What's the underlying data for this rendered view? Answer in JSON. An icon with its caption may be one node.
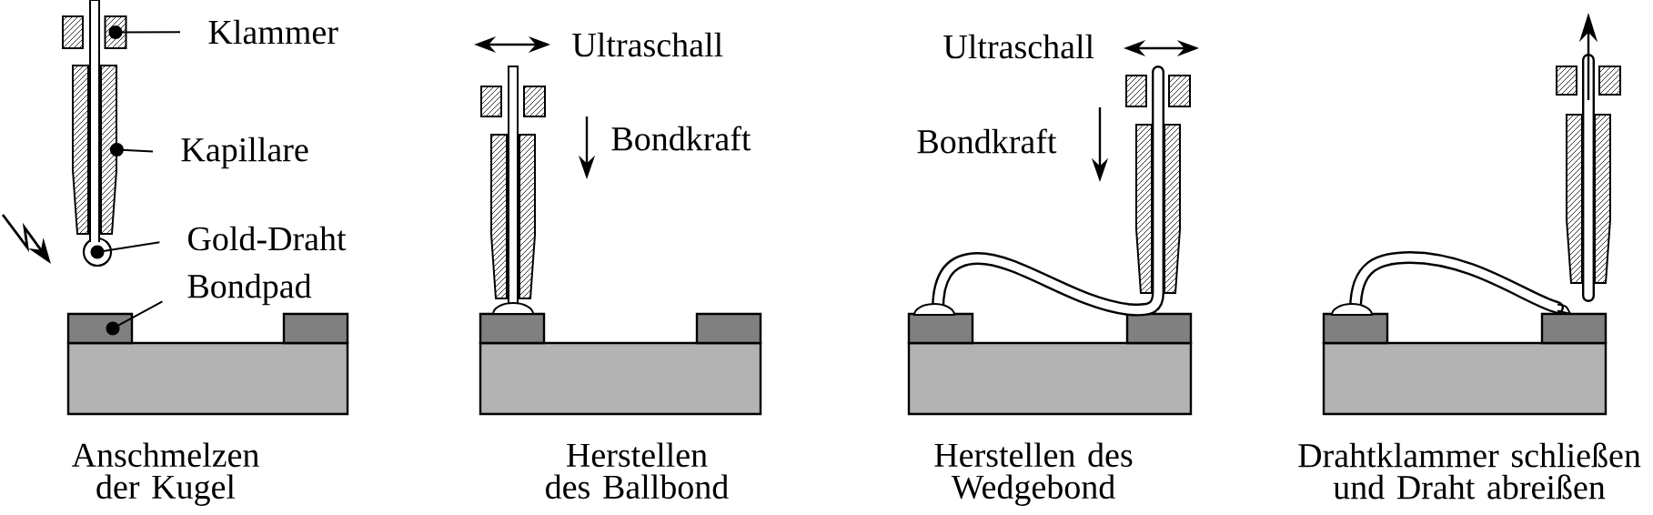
{
  "diagram": {
    "nodes": [
      {
        "text": [
          "Klammer"
        ]
      },
      {
        "text": [],
        "shape": "box"
      },
      {
        "text": [
          "Kapillare"
        ]
      },
      {
        "text": [],
        "shape": "box"
      },
      {
        "text": [
          "Gold-Draht"
        ]
      },
      {
        "text": [],
        "shape": "circle"
      },
      {
        "text": [
          "Bondpad"
        ]
      },
      {
        "text": [],
        "shape": "box"
      }
    ],
    "edges": [
      {
        "from": 0,
        "to": 1,
        "arrow": "other"
      },
      {
        "from": 2,
        "to": 3,
        "arrow": "other"
      },
      {
        "from": 4,
        "to": 5,
        "arrow": "other"
      },
      {
        "from": 6,
        "to": 7,
        "arrow": "other"
      }
    ],
    "labels": [
      "Ultraschall",
      "Bondkraft",
      "Ultraschall",
      "Bondkraft",
      "Anschmelzen der Kugel",
      "Herstellen des Ballbond",
      "Herstellen des Wedgebond",
      "Drahtklammer schließen und Draht abreißen"
    ]
  }
}
